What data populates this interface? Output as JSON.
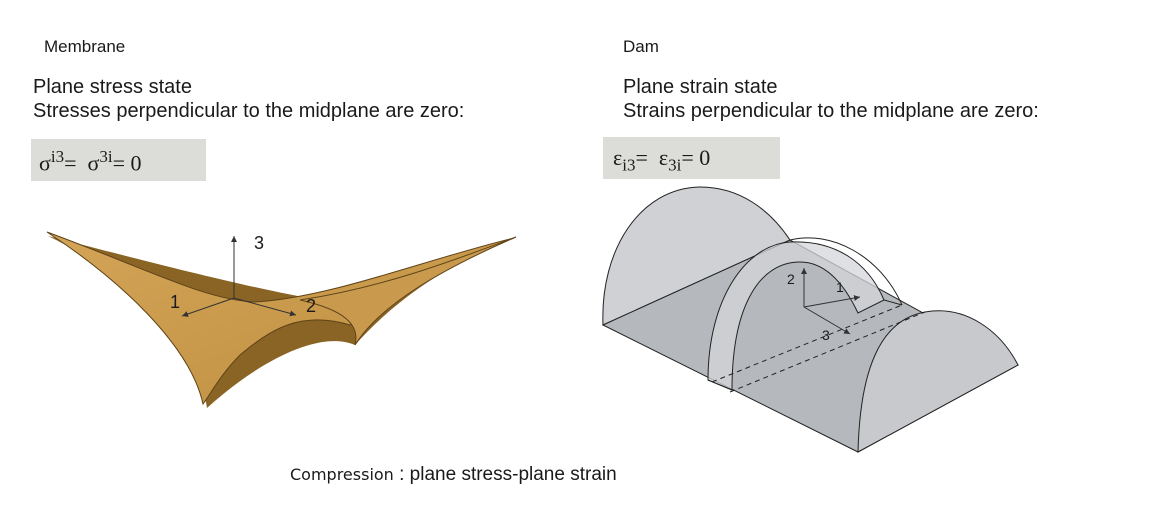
{
  "left": {
    "heading": "Membrane",
    "line1": "Plane stress state",
    "line2": "Stresses perpendicular to the midplane are zero:",
    "equation": {
      "a": "σ",
      "a_sup": "i3",
      "eq1": "=",
      "b": "σ",
      "b_sup": "3i",
      "eq2": "= 0"
    },
    "axes": {
      "x": "1",
      "y": "2",
      "z": "3"
    },
    "colors": {
      "surface": "#c99a4e",
      "surface_dark": "#8a6425",
      "surface_edge": "#5e4318"
    }
  },
  "right": {
    "heading": "Dam",
    "line1": "Plane strain state",
    "line2": "Strains perpendicular to the midplane are zero:",
    "equation": {
      "a": "ε",
      "a_sub": "i3",
      "eq1": "=",
      "b": "ε",
      "b_sub": "3i",
      "eq2": "= 0"
    },
    "axes": {
      "x": "1",
      "y": "2",
      "z": "3"
    },
    "colors": {
      "base": "#b9bcc0",
      "arch": "#d4d6d9",
      "edge": "#222222"
    }
  },
  "caption": {
    "prefix": "Compression",
    "sep": " : ",
    "rest": "plane stress-plane strain"
  }
}
